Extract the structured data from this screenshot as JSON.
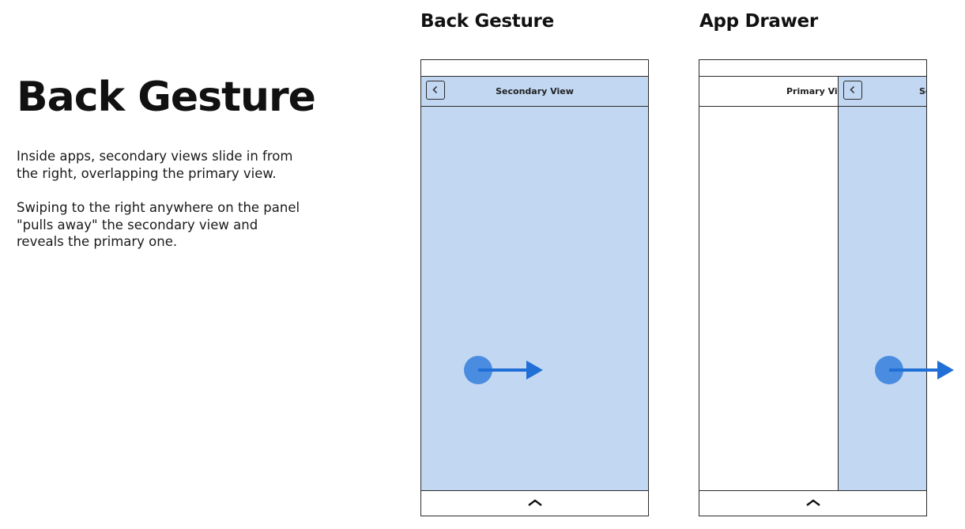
{
  "intro": {
    "title": "Back Gesture",
    "paragraph_1": "Inside apps, secondary views slide in from the right, overlapping the primary view.",
    "paragraph_2": "Swiping to the right anywhere on the panel \"pulls away\" the secondary view and reveals the primary one."
  },
  "mockups": [
    {
      "heading": "Back Gesture",
      "header_title": "Secondary View"
    },
    {
      "heading": "App Drawer",
      "primary_title": "Primary View",
      "secondary_title": "Secondary View"
    }
  ],
  "colors": {
    "panel_fill": "#c1d7f2",
    "touch_point": "#4a8ce0",
    "arrow": "#1f6fd6",
    "outline": "#2b2b2b"
  },
  "icons": {
    "back": "chevron-left-icon",
    "nav": "chevron-up-icon",
    "gesture": "swipe-right-arrow-icon"
  }
}
